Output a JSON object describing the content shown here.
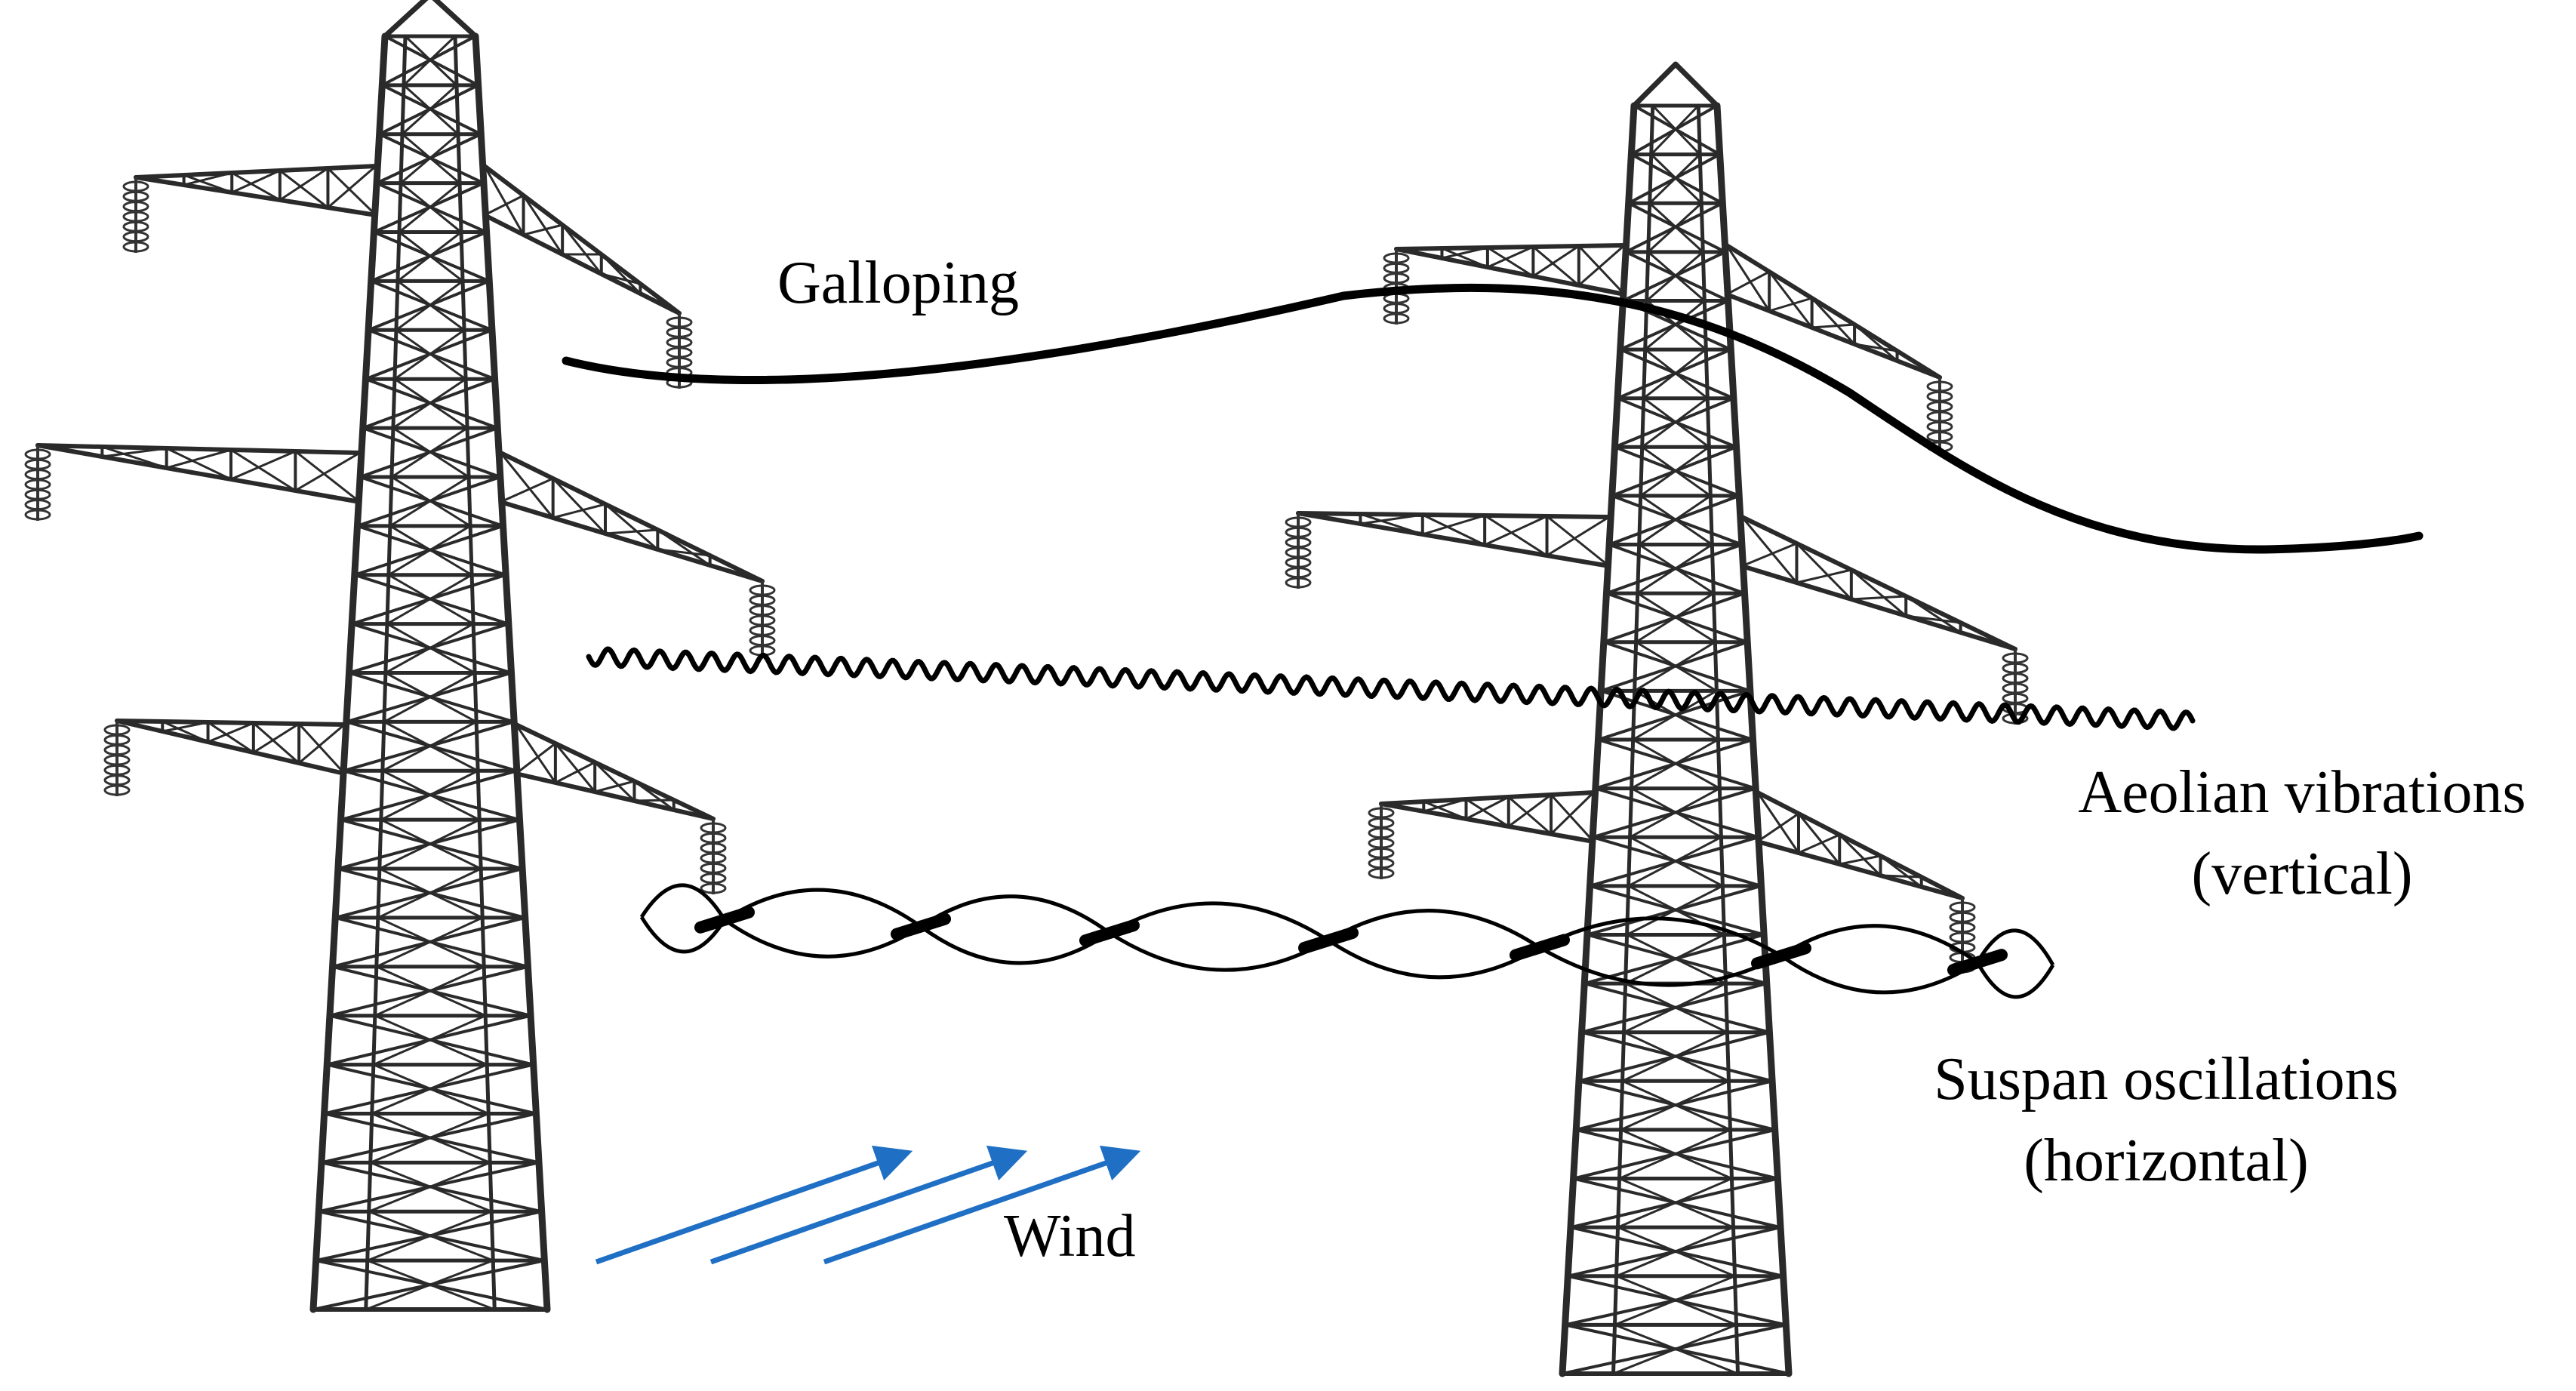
{
  "labels": {
    "galloping": "Galloping",
    "aeolian_line1": "Aeolian vibrations",
    "aeolian_line2": "(vertical)",
    "subspan_line1": "Suspan oscillations",
    "subspan_line2": "(horizontal)",
    "wind": "Wind"
  },
  "colors": {
    "conductor": "#000000",
    "tower": "#2a2a2a",
    "wind_arrows": "#1f6fc4",
    "text": "#000000",
    "background": "#ffffff"
  },
  "icons": {
    "tower_left": "lattice-tower-icon",
    "tower_right": "lattice-tower-icon",
    "insulator": "insulator-string-icon",
    "wind_arrow": "arrow-icon"
  }
}
